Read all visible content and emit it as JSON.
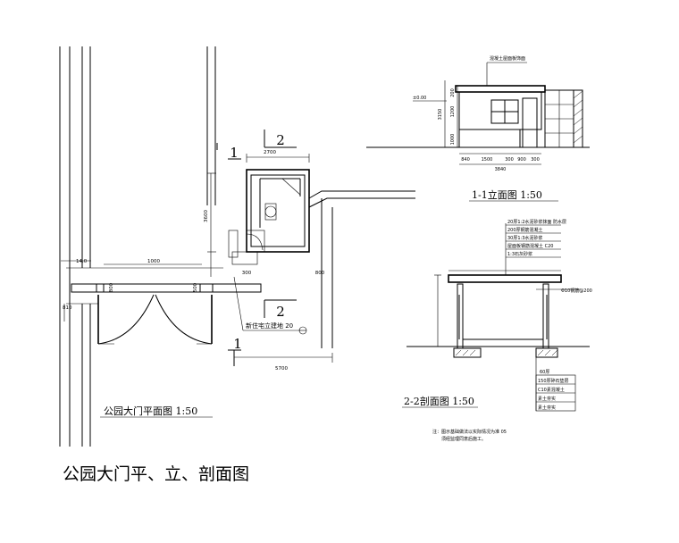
{
  "main_title": "公园大门平、立、剖面图",
  "plan": {
    "caption": "公园大门平面图  1:50",
    "dims": {
      "top_width": "2700",
      "depth": "3600",
      "gate_span": "1000",
      "left_offset": "14.0",
      "left_height": "810",
      "pier_a": "800",
      "pier_b": "500",
      "small_a": "300",
      "small_b": "800",
      "bottom": "5700"
    },
    "section_marks": {
      "one": "1",
      "two": "2"
    },
    "note": "新住宅立建地 20"
  },
  "elevation": {
    "caption": "1-1立面图  1:50",
    "roof_note": "混凝土屋面板饰面",
    "level_note": "±0.00",
    "dims_bottom": [
      "840",
      "1500",
      "300",
      "900",
      "300"
    ],
    "total": "3840",
    "heights": [
      "200",
      "1200",
      "3150",
      "1000"
    ]
  },
  "section": {
    "caption": "2-2剖面图  1:50",
    "notes": [
      "20厚1:2水泥砂浆抹面 防水层",
      "200厚钢筋混凝土",
      "30厚1:3水泥砂浆",
      "屋面板钢筋混凝土 C20",
      "1:3石灰砂浆"
    ],
    "eave_note": "Φ10钢筋@200",
    "floor_notes": [
      "60厚",
      "150厚碎石垫层",
      "C10素混凝土",
      "素土夯实",
      "素土夯实"
    ],
    "footnote_1": "注：图示基础做法以实际情况为准 05",
    "footnote_2": "须经监理同意后施工。"
  }
}
